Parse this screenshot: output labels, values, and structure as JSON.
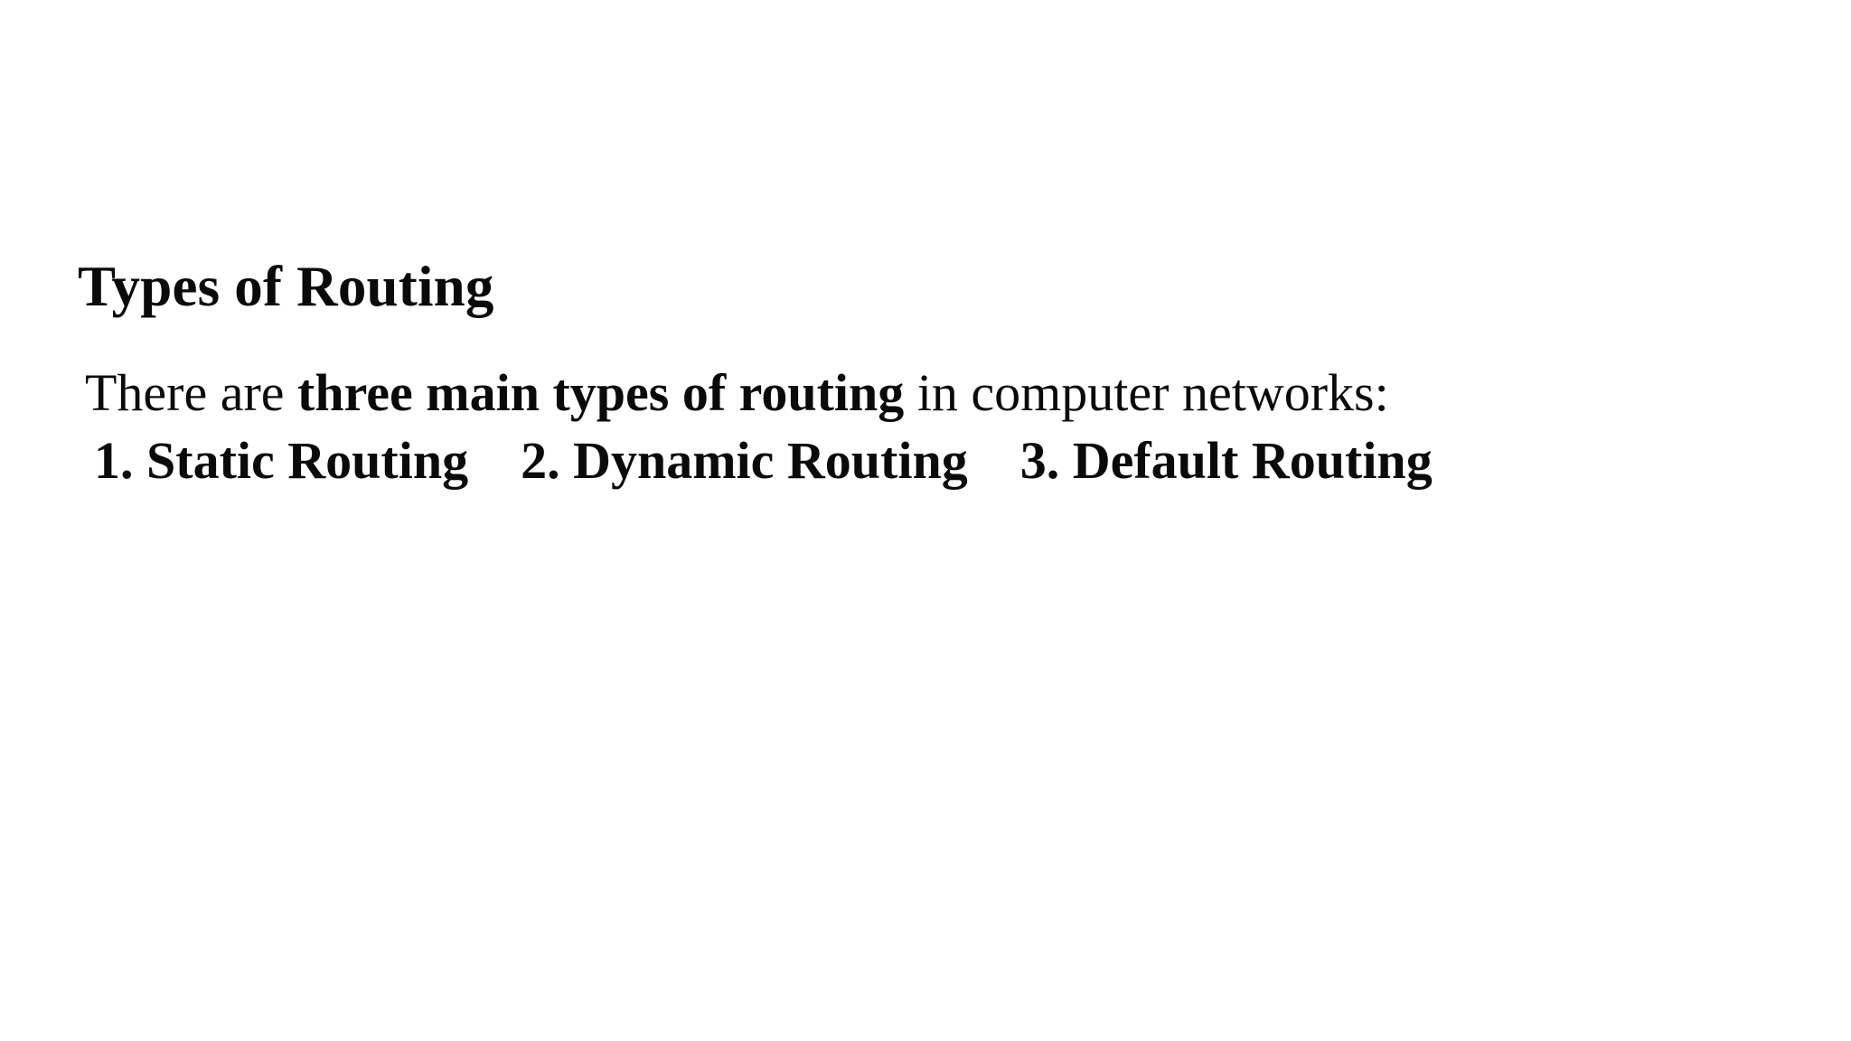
{
  "page": {
    "background_color": "#ffffff",
    "text_color": "#0a0a0a"
  },
  "content": {
    "heading": "Types of Routing",
    "intro": {
      "before_bold": "There are ",
      "bold": "three main types of routing",
      "after_bold": " in computer networks:"
    },
    "routing_types": [
      "1. Static Routing",
      "2. Dynamic Routing",
      "3. Default Routing"
    ]
  }
}
